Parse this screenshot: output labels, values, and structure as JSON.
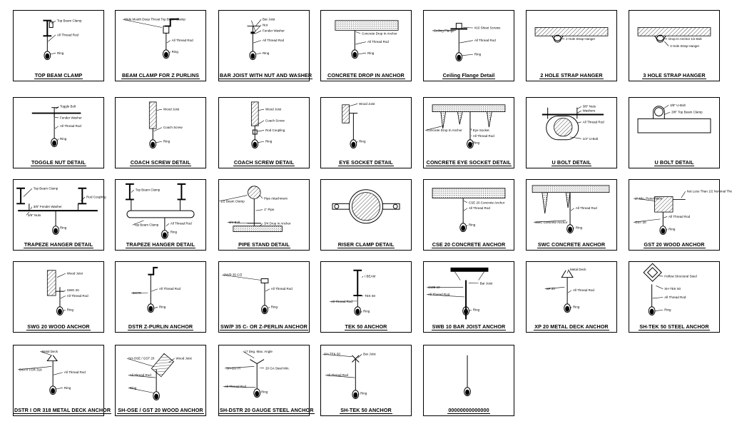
{
  "panels": [
    {
      "title": "TOP BEAM CLAMP",
      "kind": "beam",
      "labels": [
        "Top Beam Clamp",
        "All Thread Rod",
        "Ring"
      ]
    },
    {
      "title": "BEAM CLAMP FOR Z PURLINS",
      "kind": "zpurlin",
      "labels": [
        "Wide Mouth Deep Throat Top Beam Clamp",
        "All Thread Rod",
        "Ring"
      ]
    },
    {
      "title": "BAR JOIST WITH NUT AND WASHER",
      "kind": "joist",
      "labels": [
        "Bar Joist",
        "Nut",
        "Fender Washer",
        "All Thread Rod",
        "Ring"
      ]
    },
    {
      "title": "CONCRETE DROP IN ANCHOR",
      "kind": "concrete",
      "labels": [
        "Concrete Drop In Anchor",
        "All Thread Rod",
        "Ring"
      ]
    },
    {
      "title": "Ceiling Flange Detail",
      "kind": "flange",
      "labels": [
        "Ceiling Flange",
        "#10 Sheet Screws",
        "All Thread Rod",
        "Ring"
      ]
    },
    {
      "title": "2 HOLE STRAP HANGER",
      "kind": "strap",
      "labels": [
        "2 Hole Strap Hanger"
      ]
    },
    {
      "title": "3 HOLE STRAP HANGER",
      "kind": "strap",
      "labels": [
        "Drop In Anchor 1/2 Bolt",
        "3 Hole Strap Hanger"
      ]
    },
    {
      "title": "TOGGLE NUT DETAIL",
      "kind": "toggle",
      "labels": [
        "Toggle Bolt",
        "Fender Washer",
        "All Thread Rod",
        "Ring"
      ]
    },
    {
      "title": "COACH SCREW DETAIL",
      "kind": "coach",
      "labels": [
        "Wood Joist",
        "Coach Screw",
        "Ring"
      ]
    },
    {
      "title": "COACH SCREW DETAIL",
      "kind": "coach2",
      "labels": [
        "Wood Joist",
        "Coach Screw",
        "Rod Coupling",
        "Ring"
      ]
    },
    {
      "title": "EYE SOCKET DETAIL",
      "kind": "eye",
      "labels": [
        "Wood Joist",
        "Ring"
      ]
    },
    {
      "title": "CONCRETE EYE SOCKET DETAIL",
      "kind": "ceye",
      "labels": [
        "Concrete Drop In Anchor",
        "Eye Socket",
        "All Thread Rod",
        "Ring"
      ]
    },
    {
      "title": "U BOLT DETAIL",
      "kind": "ubolt",
      "labels": [
        "3/8\" Nuts",
        "Washers",
        "All Thread Rod",
        "1/4\" U-Bolt"
      ]
    },
    {
      "title": "U BOLT DETAIL",
      "kind": "ubolt2",
      "labels": [
        "3/8\" U-Bolt",
        "3/8\" Top Beam Clamp"
      ]
    },
    {
      "title": "TRAPEZE HANGER DETAIL",
      "kind": "trap",
      "labels": [
        "Top Beam Clamp",
        "Rod Coupling",
        "3/8\" Fender Washer",
        "3/8\" Nuts",
        "Ring"
      ]
    },
    {
      "title": "TRAPEZE HANGER DETAIL",
      "kind": "trap2",
      "labels": [
        "Top Beam Clamp",
        "Top Beam Clamp",
        "All Thread Rod",
        "Ring"
      ]
    },
    {
      "title": "PIPE STAND DETAIL",
      "kind": "pipe",
      "labels": [
        "1/2 Beam Clamp",
        "Pipe Attachment",
        "1\" Pipe",
        "3/4 Bolt",
        "3/4 Drop In Anchor"
      ]
    },
    {
      "title": "RISER CLAMP DETAIL",
      "kind": "riser",
      "labels": []
    },
    {
      "title": "CSE 20 CONCRETE ANCHOR",
      "kind": "cse",
      "labels": [
        "CSE 20 Concrete Anchor",
        "All Thread Rod",
        "Ring"
      ]
    },
    {
      "title": "SWC CONCRETE ANCHOR",
      "kind": "swc",
      "labels": [
        "SWC Concrete Anchor",
        "All Thread Rod",
        "Ring"
      ]
    },
    {
      "title": "GST 20 WOOD ANCHOR",
      "kind": "gst",
      "labels": [
        "2\" Min. Penetration",
        "Not Less Than 1/2 Nominal Thickness",
        "GST 20",
        "All Thread Rod",
        "Ring"
      ]
    },
    {
      "title": "SWG 20 WOOD ANCHOR",
      "kind": "swg",
      "labels": [
        "Wood Joist",
        "SWG 20",
        "All Thread Rod",
        "Ring"
      ]
    },
    {
      "title": "DSTR Z-PURLIN ANCHOR",
      "kind": "dstr",
      "labels": [
        "DSTR",
        "All Thread Rod",
        "Ring"
      ]
    },
    {
      "title": "SW/P 35 C- OR Z-PERLIN ANCHOR",
      "kind": "swp",
      "labels": [
        "SW/P 35 C/Z",
        "All Thread Rod",
        "Ring"
      ]
    },
    {
      "title": "TEK 50 ANCHOR",
      "kind": "tek",
      "labels": [
        "I BEAM",
        "TEK 50",
        "All Thread Rod",
        "Ring"
      ]
    },
    {
      "title": "SWB 10 BAR JOIST ANCHOR",
      "kind": "swb",
      "labels": [
        "SWB 10",
        "Bar Joist",
        "All Thread Rod",
        "Ring"
      ]
    },
    {
      "title": "XP 20 METAL DECK ANCHOR",
      "kind": "xp",
      "labels": [
        "Metal Deck",
        "XP 20",
        "All Thread Rod",
        "Ring"
      ]
    },
    {
      "title": "SH-TEK 50 STEEL ANCHOR",
      "kind": "shtek",
      "labels": [
        "Hollow Structural Steel",
        "SH-TEK 50",
        "All Thread Rod",
        "Ring"
      ]
    },
    {
      "title": "DSTR I OR 318 METAL DECK ANCHOR",
      "kind": "deck",
      "labels": [
        "Metal Deck",
        "DSTR I OR 318",
        "All Thread Rod",
        "Ring"
      ]
    },
    {
      "title": "SH-OSE / GST 20 WOOD ANCHOR",
      "kind": "shose",
      "labels": [
        "SH-OSE / GST 20",
        "Wood Joist",
        "All Thread Rod",
        "Ring"
      ]
    },
    {
      "title": "SH-DSTR 20 GAUGE STEEL ANCHOR",
      "kind": "shdstr",
      "labels": [
        "17 Deg. Max. Angle",
        "SH-DSTR",
        "20 GA Steel Min.",
        "All Thread Rod",
        "Ring"
      ]
    },
    {
      "title": "SH-TEK 50 ANCHOR",
      "kind": "shtek2",
      "labels": [
        "SH-TEK 50",
        "Bar Joist",
        "All Thread Rod",
        "Ring"
      ]
    },
    {
      "title": "00000000000000",
      "kind": "plain",
      "labels": []
    }
  ]
}
